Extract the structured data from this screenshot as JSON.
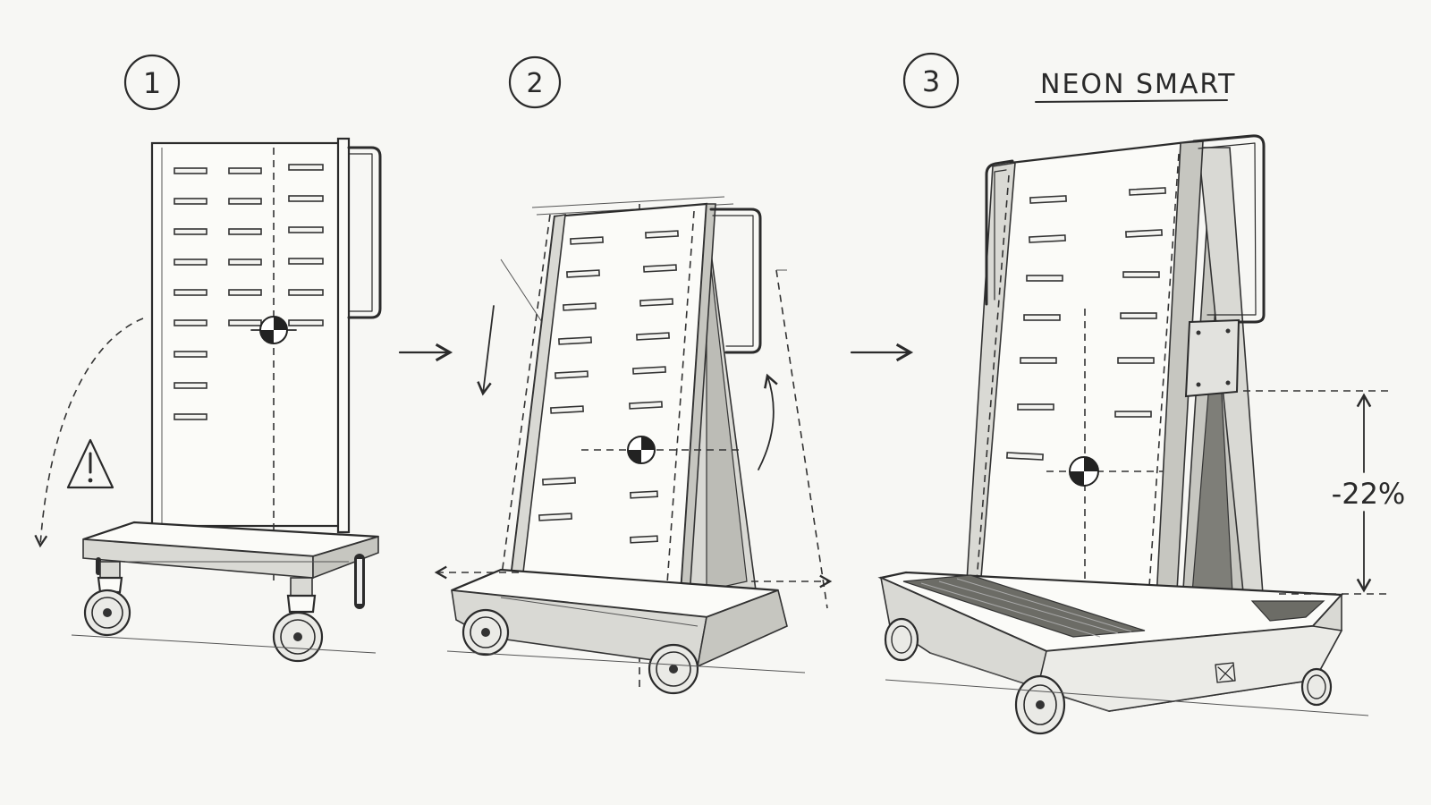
{
  "steps": [
    {
      "number": "1"
    },
    {
      "number": "2"
    },
    {
      "number": "3",
      "label": "NEON SMART"
    }
  ],
  "annotations": {
    "height_reduction": "-22%"
  },
  "icons": [
    "warning-icon",
    "arrow-right-icon",
    "center-of-gravity-icon"
  ]
}
